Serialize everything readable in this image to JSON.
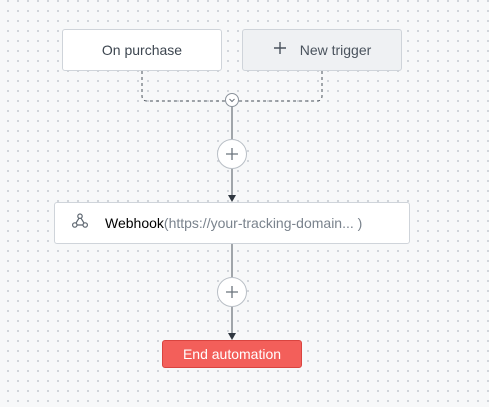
{
  "triggers": {
    "existing_label": "On purchase",
    "new_label": "New trigger",
    "new_icon": "plus-icon"
  },
  "step": {
    "icon": "webhook-icon",
    "name": "Webhook",
    "detail": "(https://your-tracking-domain... )"
  },
  "flow": {
    "add_step_icon": "plus-icon",
    "merge_icon": "chevron-down-icon"
  },
  "end": {
    "label": "End automation"
  },
  "colors": {
    "end_button": "#f35f5a",
    "card_border": "#cfd4da",
    "connector": "#2f3740",
    "canvas_bg": "#f7f8f9"
  }
}
